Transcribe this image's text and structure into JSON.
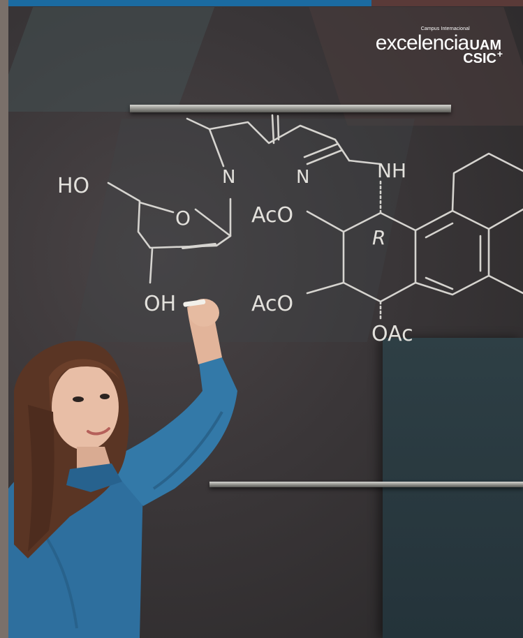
{
  "logo": {
    "small_text": "Campus Internacional",
    "main_text": "excelencia",
    "uam_text": "UAM",
    "csic_text": "CSIC",
    "plus_text": "+"
  },
  "chalk_labels": {
    "ho": "HO",
    "n1": "N",
    "n2": "N",
    "nh": "NH",
    "o_ring": "O",
    "aco_top": "AcO",
    "r": "R",
    "oh": "OH",
    "aco_bottom": "AcO",
    "oac": "OAc"
  },
  "colors": {
    "top_bar": "#1b6ba1",
    "chalk": "#e3e1dc",
    "shirt": "#2e6f9e",
    "hair": "#5a3524"
  }
}
